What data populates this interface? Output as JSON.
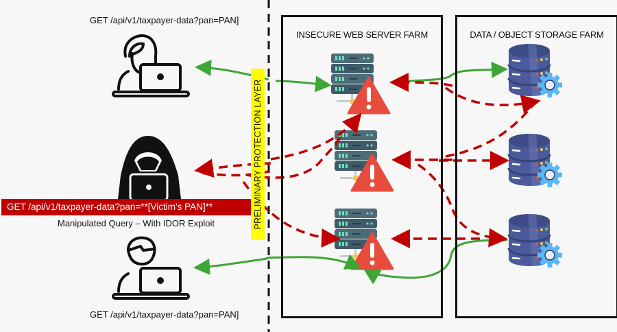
{
  "diagram": {
    "users": [
      {
        "name": "legitimate-user-female",
        "request": "GET /api/v1/taxpayer-data?pan=PAN]"
      },
      {
        "name": "attacker",
        "request": "GET /api/v1/taxpayer-data?pan=**[Victim's PAN]**",
        "caption": "Manipulated Query – With IDOR Exploit"
      },
      {
        "name": "legitimate-user-male",
        "request": "GET /api/v1/taxpayer-data?pan=PAN]"
      }
    ],
    "protection_layer": {
      "label": "PRELIMINARY PROTECTION LAYER",
      "color": "#ffff00"
    },
    "web_farm": {
      "title": "INSECURE WEB SERVER FARM",
      "servers": 3
    },
    "storage_farm": {
      "title": "DATA / OBJECT STORAGE FARM",
      "databases": 3
    },
    "colors": {
      "legit_flow": "#3fa535",
      "attack_flow": "#c00000",
      "warning": "#e74c3c",
      "server": "#3d5a6a",
      "database": "#4a5a9a",
      "gear": "#5bb8f5"
    }
  }
}
